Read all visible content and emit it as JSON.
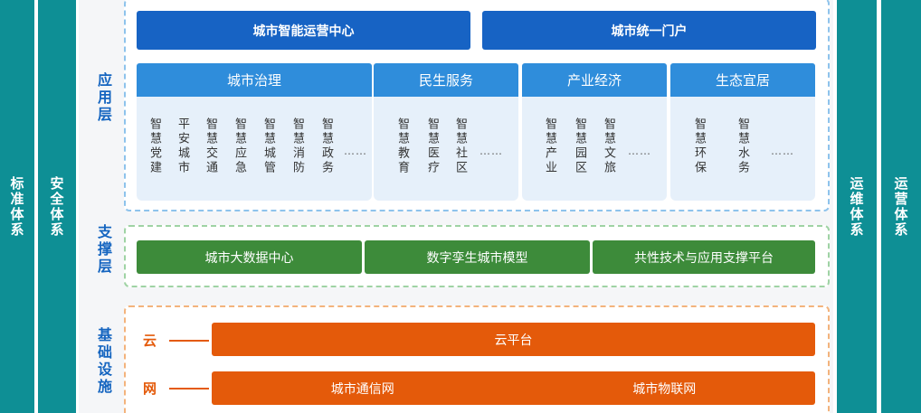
{
  "left_columns": [
    {
      "label": "标准体系"
    },
    {
      "label": "安全体系"
    }
  ],
  "right_columns": [
    {
      "label": "运维体系"
    },
    {
      "label": "运营体系"
    }
  ],
  "layers": {
    "application": "应用层",
    "support": "支撑层",
    "infrastructure": "基础设施"
  },
  "application": {
    "top_bars": [
      "城市智能运营中心",
      "城市统一门户"
    ],
    "categories": [
      {
        "title": "城市治理",
        "items": [
          "智慧党建",
          "平安城市",
          "智慧交通",
          "智慧应急",
          "智慧城管",
          "智慧消防",
          "智慧政务"
        ],
        "more": "……"
      },
      {
        "title": "民生服务",
        "items": [
          "智慧教育",
          "智慧医疗",
          "智慧社区"
        ],
        "more": "……"
      },
      {
        "title": "产业经济",
        "items": [
          "智慧产业",
          "智慧园区",
          "智慧文旅"
        ],
        "more": "……"
      },
      {
        "title": "生态宜居",
        "items": [
          "智慧环保",
          "智慧水务"
        ],
        "more": "……"
      }
    ]
  },
  "support": {
    "bars": [
      "城市大数据中心",
      "数字孪生城市模型",
      "共性技术与应用支撑平台"
    ]
  },
  "infrastructure": {
    "rows": [
      {
        "label": "云",
        "bars": [
          "云平台"
        ]
      },
      {
        "label": "网",
        "bars": [
          "城市通信网",
          "城市物联网"
        ]
      }
    ]
  },
  "colors": {
    "side_teal": "#0e8f95",
    "app_blue": "#1763c4",
    "category_blue": "#2f8ddb",
    "support_green": "#3d8b3a",
    "infra_orange": "#e45a0a",
    "layer_label_blue": "#1565c0"
  }
}
